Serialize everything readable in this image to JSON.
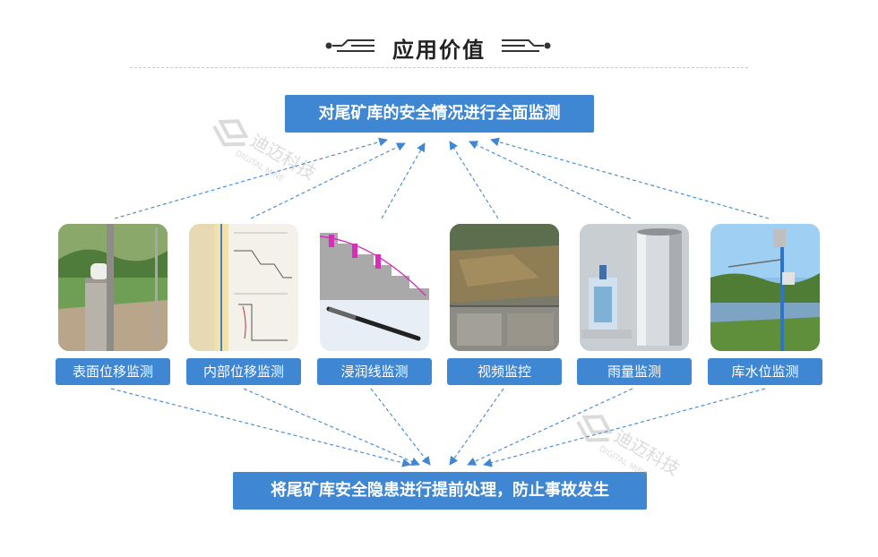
{
  "header": {
    "title": "应用价值"
  },
  "top_box": {
    "text": "对尾矿库的安全情况进行全面监测"
  },
  "bottom_box": {
    "text": "将尾矿库安全隐患进行提前处理，防止事故发生"
  },
  "cards": [
    {
      "label": "表面位移监测",
      "image": "surface-displacement-photo"
    },
    {
      "label": "内部位移监测",
      "image": "internal-displacement-diagram"
    },
    {
      "label": "浸润线监测",
      "image": "phreatic-line-diagram"
    },
    {
      "label": "视频监控",
      "image": "video-surveillance-photo"
    },
    {
      "label": "雨量监测",
      "image": "rain-gauge-photo"
    },
    {
      "label": "库水位监测",
      "image": "reservoir-water-level-photo"
    }
  ],
  "watermark": {
    "cn": "迪迈科技",
    "en": "DIGITAL MINE"
  },
  "colors": {
    "accent": "#3f87d3",
    "arrow": "#3f87d3",
    "title": "#222222"
  }
}
